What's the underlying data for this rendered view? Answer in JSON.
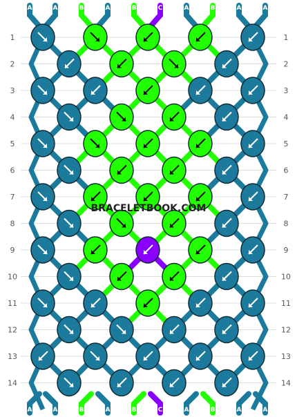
{
  "watermark": "BRACELETBOOK.COM",
  "colors": {
    "A": "#1c7a9c",
    "B": "#22ff00",
    "C": "#8a00ff"
  },
  "strings_top": [
    "A",
    "A",
    "B",
    "A",
    "B",
    "C",
    "A",
    "B",
    "A",
    "A"
  ],
  "strings_bottom": [
    "A",
    "A",
    "B",
    "A",
    "B",
    "C",
    "A",
    "B",
    "A",
    "A"
  ],
  "row_numbers": [
    "1",
    "2",
    "3",
    "4",
    "5",
    "6",
    "7",
    "8",
    "9",
    "10",
    "11",
    "12",
    "13",
    "14"
  ],
  "rows": [
    [
      "A:fwd",
      "B:fwd",
      "B:bwd",
      "B:bwd",
      "A:bwd"
    ],
    [
      "A:bwd",
      "B:bwd",
      "B:fwd",
      "A:bwd"
    ],
    [
      "A:fwd",
      "A:bwd",
      "B:bwd",
      "A:bwd",
      "A:bwd"
    ],
    [
      "A:fwd",
      "B:fwd",
      "B:bwd",
      "A:bwd"
    ],
    [
      "A:fwd",
      "B:fwd",
      "B:bwd",
      "B:bwd",
      "A:bwd"
    ],
    [
      "A:fwd",
      "B:bwd",
      "B:bwd",
      "A:bwd"
    ],
    [
      "A:fwd",
      "B:bwd",
      "B:bwd",
      "B:bwd",
      "A:bwd"
    ],
    [
      "A:fwd",
      "B:fwd",
      "B:bwd",
      "A:bwd"
    ],
    [
      "A:fwd",
      "B:bwd",
      "C:bwd",
      "B:bwd",
      "A:bwd"
    ],
    [
      "A:fwd",
      "B:bwd",
      "B:bwd",
      "A:bwd"
    ],
    [
      "A:fwd",
      "A:bwd",
      "B:bwd",
      "A:bwd",
      "A:bwd"
    ],
    [
      "A:fwd",
      "A:fwd",
      "A:bwd",
      "A:bwd"
    ],
    [
      "A:bwd",
      "A:fwd",
      "A:bwd",
      "A:bwd",
      "A:bwd"
    ],
    [
      "A:fwd",
      "A:bwd",
      "A:bwd",
      "A:bwd"
    ]
  ]
}
